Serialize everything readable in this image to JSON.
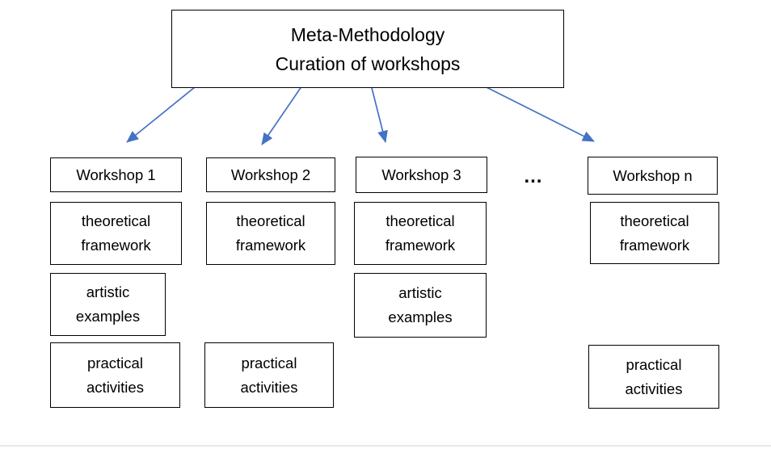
{
  "diagram": {
    "root": {
      "line1": "Meta-Methodology",
      "line2": "Curation of workshops"
    },
    "ellipsis": "…",
    "columns": [
      {
        "title": "Workshop 1",
        "boxes": [
          {
            "line1": "theoretical",
            "line2": "framework"
          },
          {
            "line1": "artistic",
            "line2": "examples"
          },
          {
            "line1": "practical",
            "line2": "activities"
          }
        ]
      },
      {
        "title": "Workshop 2",
        "boxes": [
          {
            "line1": "theoretical",
            "line2": "framework"
          },
          {
            "line1": "practical",
            "line2": "activities"
          }
        ]
      },
      {
        "title": "Workshop 3",
        "boxes": [
          {
            "line1": "theoretical",
            "line2": "framework"
          },
          {
            "line1": "artistic",
            "line2": "examples"
          }
        ]
      },
      {
        "title": "Workshop n",
        "boxes": [
          {
            "line1": "theoretical",
            "line2": "framework"
          },
          {
            "line1": "practical",
            "line2": "activities"
          }
        ]
      }
    ]
  },
  "colors": {
    "arrow": "#4472C4",
    "border": "#000000",
    "text": "#000000",
    "background": "#ffffff",
    "edge": "#e9e9e9"
  }
}
